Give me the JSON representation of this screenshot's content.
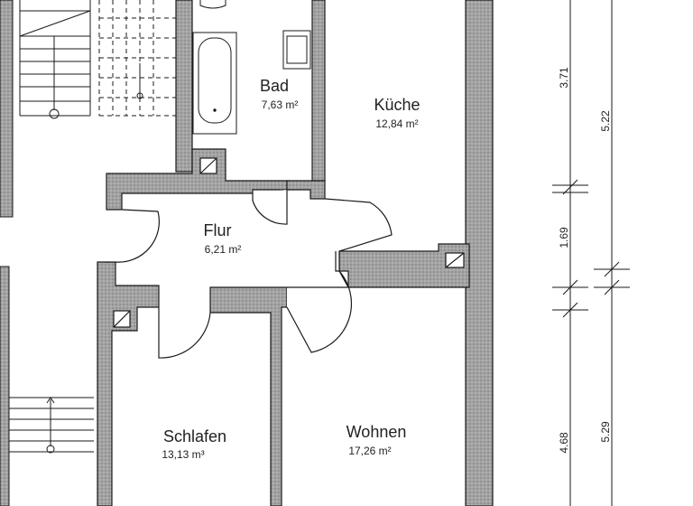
{
  "floorplan": {
    "rooms": [
      {
        "id": "bad",
        "name": "Bad",
        "area": "7,63 m²"
      },
      {
        "id": "kueche",
        "name": "Küche",
        "area": "12,84 m²"
      },
      {
        "id": "flur",
        "name": "Flur",
        "area": "6,21 m²"
      },
      {
        "id": "schlafen",
        "name": "Schlafen",
        "area": "13,13 m³"
      },
      {
        "id": "wohnen",
        "name": "Wohnen",
        "area": "17,26 m²"
      }
    ],
    "dimensions": {
      "inner": [
        "3.71",
        "1.69",
        "4.68"
      ],
      "outer": [
        "5.22",
        "5.29"
      ]
    },
    "colors": {
      "wall_fill": "#9a9a9a",
      "line": "#1a1a1a",
      "background": "#ffffff"
    }
  }
}
